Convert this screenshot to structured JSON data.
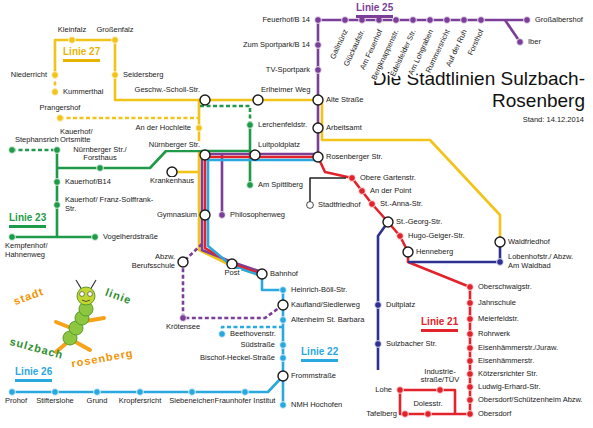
{
  "diagram": {
    "title": "Die Stadtlinien Sulzbach-Rosenberg",
    "labels": [
      "Stand: 14.12.2014",
      "Feuerhof/B 14",
      "Zum Sportpark/B 14",
      "TV-Sportpark",
      "Gallmünz",
      "Glückaufstr.",
      "Am Feuerhof",
      "Bergknappenstr.",
      "Edelsfelder Str.",
      "Am Lohgraben",
      "Rummersricht",
      "Auf der Ruh",
      "Forsthof",
      "Großalbershof",
      "Iber",
      "Kleinfalz",
      "Großenfalz",
      "Niederricht",
      "Kummerthal",
      "Seidersberg",
      "Geschw.-Scholl-Str.",
      "Erlheimer Weg",
      "Alte Straße",
      "An der Hochleite",
      "Lerchenfeldstr.",
      "Arbeitsamt",
      "Prangershof",
      "Stephansricht",
      "Kauerhof/ Ortsmitte",
      "Nürnberger Str./ Forsthaus",
      "Nürnberger Str.",
      "Luitpoldplatz",
      "Rosenberger Str.",
      "Kauerhof/B14",
      "Krankenhaus",
      "Am Spittlberg",
      "Obere Gartenstr.",
      "An der Point",
      "Kauerhof/ Franz-Solffrank-Str.",
      "St.-Anna-Str.",
      "Stadtfriedhof",
      "Gymnasium",
      "Philosophenweg",
      "St.-Georg-Str.",
      "Hugo-Geiger-Str.",
      "Kempfenhof/ Hahnenweg",
      "Vogelherdstraße",
      "Waldfriedhof",
      "Henneberg",
      "Lobenhofstr./ Abzw. Am Waldbad",
      "Abzw. Berufsschule",
      "Post",
      "Bahnhof",
      "Heinrich-Böll-Str.",
      "Oberschwaigstr.",
      "Kaufland/Siedlerweg",
      "Jahnschule",
      "Dultplatz",
      "Altenheim St. Barbara",
      "Krötensee",
      "Meierfeldstr.",
      "Beethovenstr.",
      "Rohrwerk",
      "Sulzbacher Str.",
      "Südstraße",
      "Eisenhämmerstr./Juraw.",
      "Bischof-Heckel-Straße",
      "Eisenhämmerstr.",
      "Kötzersrichter Str.",
      "Industrie- straße/TÜV",
      "Lohe",
      "Frommstraße",
      "Ludwig-Erhard-Str.",
      "Obersdorf/Schützenheim Abzw.",
      "Dolesstr.",
      "NMH Hochofen",
      "Prohof",
      "Stifterslohe",
      "Grund",
      "Kropfersricht",
      "Siebeneichen",
      "Fraunhofer Institut",
      "Tafelberg",
      "Obersdorf",
      "stadt",
      "linie",
      "sulzbach",
      "rosenberg"
    ],
    "legend": [
      {
        "text": "Linie 25",
        "color": "#7b3f98"
      },
      {
        "text": "Linie 27",
        "color": "#e8b400"
      },
      {
        "text": "Linie 23",
        "color": "#1f9a48"
      },
      {
        "text": "Linie 22",
        "color": "#2aa8e0"
      },
      {
        "text": "Linie 21",
        "color": "#e3232b"
      },
      {
        "text": "Linie 26",
        "color": "#2aa8e0"
      }
    ]
  }
}
